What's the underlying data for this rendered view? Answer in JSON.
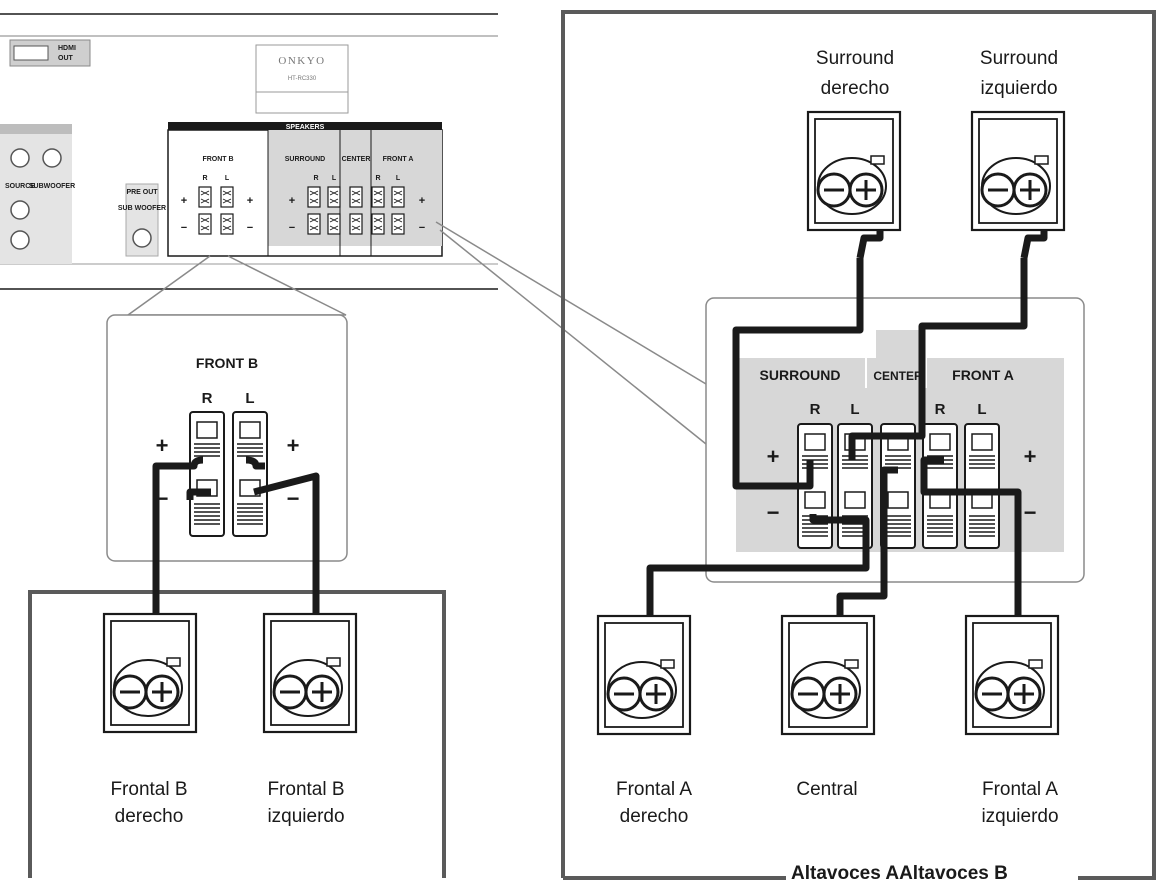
{
  "receiver": {
    "brand": "ONKYO",
    "model": "HT-RC330",
    "panel_title": "SPEAKERS",
    "hdmi_label": "HDMI",
    "hdmi_sub": "OUT",
    "front_b": "FRONT B",
    "surround": "SURROUND",
    "center": "CENTER",
    "front_a": "FRONT A",
    "r": "R",
    "l": "L",
    "plus": "+",
    "minus": "−",
    "jack_label_1": "SOURCE",
    "jack_label_2": "SUBWOOFER",
    "jack_label_3": "PRE OUT",
    "jack_label_4": "SUB WOOFER"
  },
  "zoom_front_b": {
    "title": "FRONT B",
    "r": "R",
    "l": "L",
    "plus": "+",
    "minus": "−"
  },
  "zoom_front_a": {
    "surround": "SURROUND",
    "center": "CENTER",
    "front_a": "FRONT A",
    "r": "R",
    "l": "L",
    "plus": "+",
    "minus": "−"
  },
  "speakers": {
    "surround_right": [
      "Surround",
      "derecho"
    ],
    "surround_left": [
      "Surround",
      "izquierdo"
    ],
    "front_a_right": [
      "Frontal A",
      "derecho"
    ],
    "center": [
      "Central"
    ],
    "front_a_left": [
      "Frontal A",
      "izquierdo"
    ],
    "front_b_right": [
      "Frontal B",
      "derecho"
    ],
    "front_b_left": [
      "Frontal B",
      "izquierdo"
    ]
  },
  "group_caption": "Altavoces AAltavoces B"
}
